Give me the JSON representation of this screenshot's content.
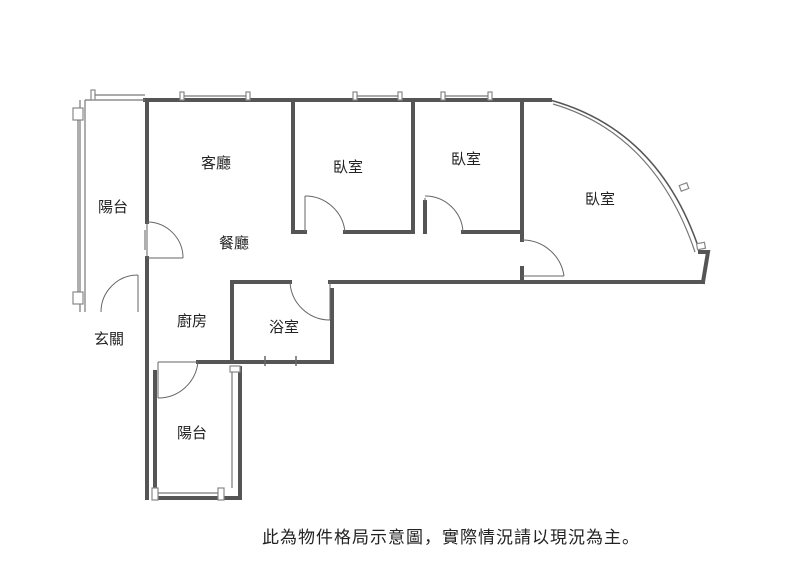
{
  "rooms": {
    "living_room": "客廳",
    "dining_room": "餐廳",
    "bedroom_1": "臥室",
    "bedroom_2": "臥室",
    "bedroom_3": "臥室",
    "balcony_west": "陽台",
    "entrance": "玄關",
    "kitchen": "廚房",
    "bathroom": "浴室",
    "balcony_south": "陽台"
  },
  "caption": "此為物件格局示意圖，實際情況請以現況為主。"
}
